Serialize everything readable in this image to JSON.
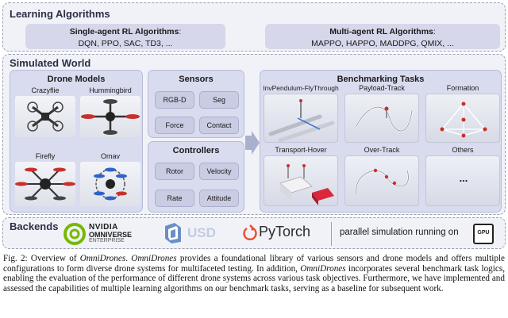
{
  "learning": {
    "title": "Learning Algorithms",
    "single": {
      "title": "Single-agent RL Algorithms",
      "suffix": ":",
      "list": "DQN, PPO, SAC, TD3, ..."
    },
    "multi": {
      "title": "Multi-agent RL Algorithms",
      "suffix": ":",
      "list": "MAPPO, HAPPO, MADDPG, QMIX, ..."
    }
  },
  "world": {
    "title": "Simulated World",
    "drones": {
      "title": "Drone Models",
      "items": [
        "Crazyflie",
        "Hummingbird",
        "Firefly",
        "Omav"
      ]
    },
    "sensors": {
      "title": "Sensors",
      "items": [
        "RGB-D",
        "Seg",
        "Force",
        "Contact"
      ]
    },
    "controllers": {
      "title": "Controllers",
      "items": [
        "Rotor",
        "Velocity",
        "Rate",
        "Attitude"
      ]
    },
    "tasks": {
      "title": "Benchmarking Tasks",
      "items": [
        "InvPendulum-FlyThrough",
        "Payload-Track",
        "Formation",
        "Transport-Hover",
        "Over-Track",
        "Others"
      ],
      "others_mark": "..."
    }
  },
  "backends": {
    "title": "Backends",
    "nvidia": {
      "line1": "NVIDIA",
      "line2": "OMNIVERSE",
      "line3": "ENTERPRISE"
    },
    "usd": "USD",
    "pytorch": "PyTorch",
    "parallel": "parallel simulation running on",
    "gpu_label": "GPU"
  },
  "caption": {
    "p1": "Fig. 2: Overview of ",
    "em1": "OmniDrones",
    "p2": ". ",
    "em2": "OmniDrones",
    "p3": " provides a foundational library of various sensors and drone models and offers multiple configurations to form diverse drone systems for multifaceted testing. In addition, ",
    "em3": "OmniDrones",
    "p4": " incorporates several benchmark task logics, enabling the evaluation of the performance of different drone systems across various task objectives. Furthermore, we have implemented and assessed the capabilities of multiple learning algorithms on our benchmark tasks, serving as a baseline for subsequent work."
  },
  "colors": {
    "accent": "#2a2f45",
    "nvidia_green": "#76b900",
    "usd_blue": "#6a8fc4",
    "pytorch_orange": "#ee4c2c",
    "drone_red": "#c8302c"
  }
}
